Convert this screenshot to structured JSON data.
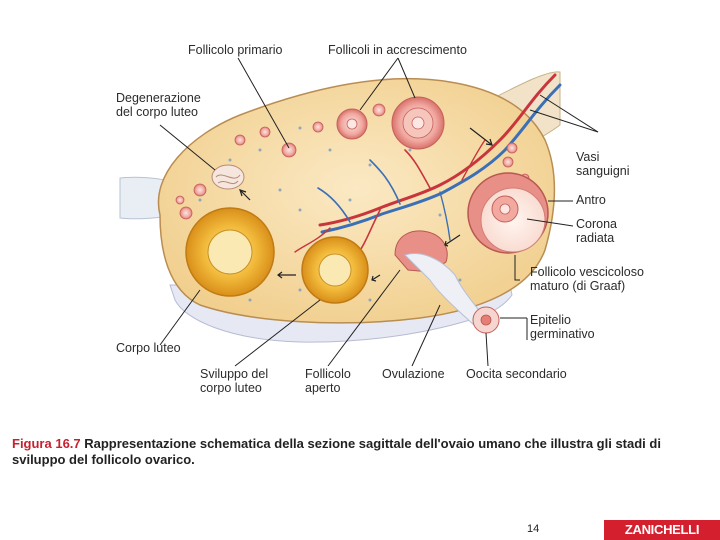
{
  "labels": {
    "follicolo_primario": "Follicolo primario",
    "follicoli_accrescimento": "Follicoli in accrescimento",
    "degenerazione": "Degenerazione\ndel corpo luteo",
    "vasi": "Vasi\nsanguigni",
    "antro": "Antro",
    "corona": "Corona\nradiata",
    "graaf": "Follicolo vescicoloso\nmaturo (di Graaf)",
    "epitelio": "Epitelio\ngerminativo",
    "corpo_luteo": "Corpo luteo",
    "sviluppo": "Sviluppo del\ncorpo luteo",
    "follicolo_aperto": "Follicolo\naperto",
    "ovulazione": "Ovulazione",
    "oocita": "Oocita secondario"
  },
  "caption": {
    "figure_number": "Figura 16.7",
    "text": " Rappresentazione schematica della sezione sagittale dell'ovaio umano che illustra gli stadi di sviluppo del follicolo ovarico."
  },
  "page_number": "14",
  "brand": "ZANICHELLI"
}
